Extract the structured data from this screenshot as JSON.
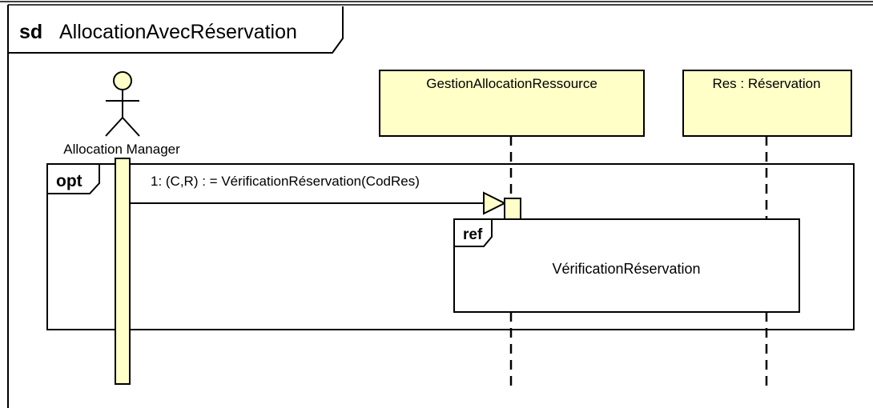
{
  "frame": {
    "keyword": "sd",
    "name": "AllocationAvecRéservation"
  },
  "actor": {
    "name": "Allocation Manager"
  },
  "lifelines": [
    {
      "name": "GestionAllocationRessource"
    },
    {
      "name": "Res : Réservation"
    }
  ],
  "fragments": {
    "opt": {
      "operator": "opt"
    },
    "ref": {
      "keyword": "ref",
      "name": "VérificationRéservation"
    }
  },
  "messages": [
    {
      "label": "1: (C,R) : = VérificationRéservation(CodRes)"
    }
  ],
  "colors": {
    "lifeline_fill": "#ffffc8",
    "stroke": "#000000"
  }
}
